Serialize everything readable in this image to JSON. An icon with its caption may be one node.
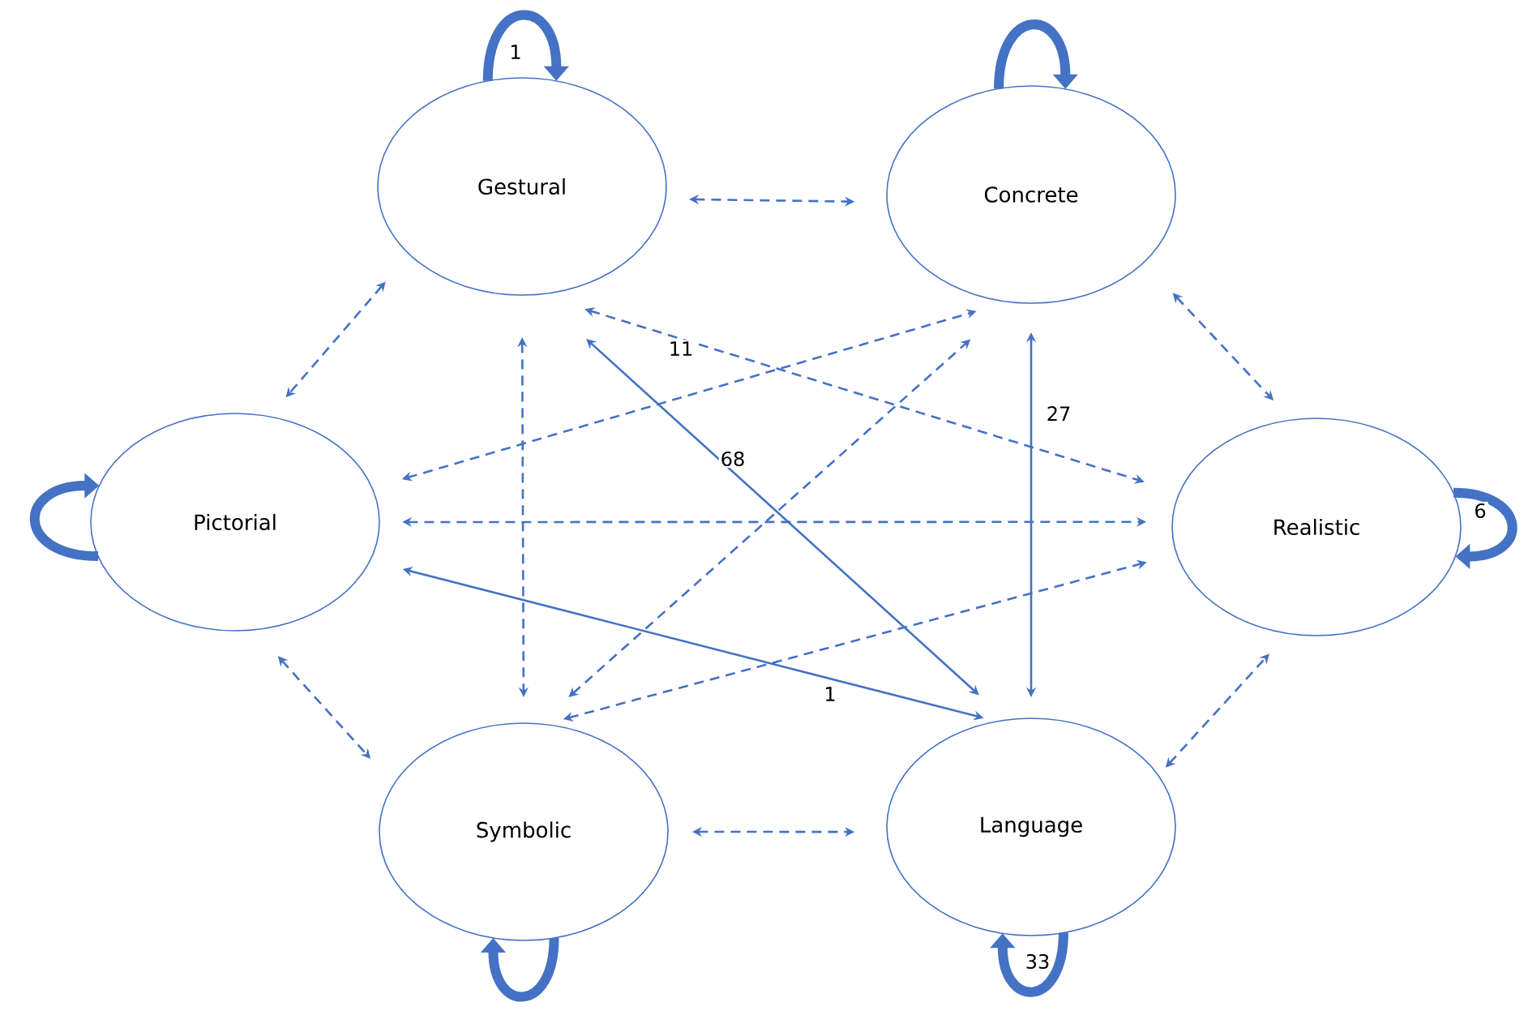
{
  "diagram": {
    "nodes": [
      {
        "text": [
          "Gestural"
        ]
      },
      {
        "text": [
          "Concrete"
        ]
      },
      {
        "text": [
          "Pictorial"
        ]
      },
      {
        "text": [
          "Realistic"
        ]
      },
      {
        "text": [
          "Symbolic"
        ]
      },
      {
        "text": [
          "Language"
        ]
      }
    ],
    "edges": [
      {
        "from": 0,
        "to": 1,
        "arrow": "both",
        "style": "dashed"
      },
      {
        "from": 1,
        "to": 3,
        "arrow": "both",
        "style": "dashed"
      },
      {
        "from": 0,
        "to": 2,
        "arrow": "both",
        "style": "dashed"
      },
      {
        "from": 2,
        "to": 4,
        "arrow": "both",
        "style": "dashed"
      },
      {
        "from": 4,
        "to": 5,
        "arrow": "both",
        "style": "dashed"
      },
      {
        "from": 5,
        "to": 3,
        "arrow": "both",
        "style": "dashed"
      },
      {
        "from": 0,
        "to": 4,
        "arrow": "both",
        "style": "dashed"
      },
      {
        "from": 0,
        "to": 3,
        "arrow": "both",
        "style": "dashed",
        "label": "11"
      },
      {
        "from": 2,
        "to": 1,
        "arrow": "both",
        "style": "dashed"
      },
      {
        "from": 4,
        "to": 1,
        "arrow": "both",
        "style": "dashed"
      },
      {
        "from": 2,
        "to": 3,
        "arrow": "both",
        "style": "dashed"
      },
      {
        "from": 4,
        "to": 3,
        "arrow": "both",
        "style": "dashed"
      },
      {
        "from": 0,
        "to": 5,
        "arrow": "both",
        "label": "68"
      },
      {
        "from": 2,
        "to": 5,
        "arrow": "both",
        "label": "1"
      },
      {
        "from": 1,
        "to": 5,
        "arrow": "both",
        "label": "27"
      },
      {
        "from": 0,
        "to": 0,
        "arrow": "to",
        "style": "thick",
        "label": "1"
      },
      {
        "from": 1,
        "to": 1,
        "arrow": "to",
        "style": "thick"
      },
      {
        "from": 2,
        "to": 2,
        "arrow": "to",
        "style": "thick"
      },
      {
        "from": 3,
        "to": 3,
        "arrow": "to",
        "style": "thick",
        "label": "6"
      },
      {
        "from": 4,
        "to": 4,
        "arrow": "to",
        "style": "thick"
      },
      {
        "from": 5,
        "to": 5,
        "arrow": "to",
        "style": "thick",
        "label": "33"
      }
    ]
  }
}
